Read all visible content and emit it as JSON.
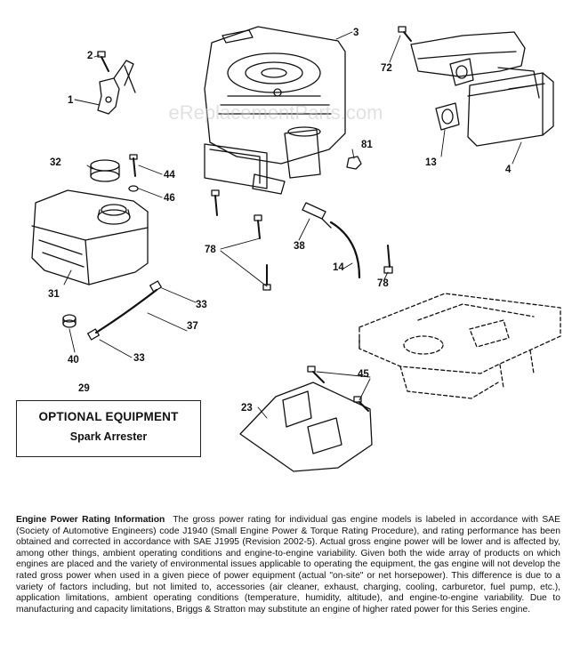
{
  "watermark": "eReplacementParts.com",
  "callouts": {
    "c1": "1",
    "c2": "2",
    "c3": "3",
    "c4": "4",
    "c13": "13",
    "c14": "14",
    "c23": "23",
    "c29": "29",
    "c31": "31",
    "c32": "32",
    "c33a": "33",
    "c33b": "33",
    "c37": "37",
    "c38": "38",
    "c40": "40",
    "c44": "44",
    "c45": "45",
    "c46": "46",
    "c72": "72",
    "c78a": "78",
    "c78b": "78",
    "c81": "81"
  },
  "optional_equipment": {
    "title": "OPTIONAL EQUIPMENT",
    "item": "Spark Arrester"
  },
  "info": {
    "title": "Engine Power Rating Information",
    "body": "The gross power rating for individual gas engine models is labeled in accordance with SAE (Society of Automotive Engineers) code J1940 (Small Engine Power & Torque Rating Procedure), and rating performance has been obtained and corrected in accordance with SAE J1995 (Revision 2002-5). Actual gross engine power will be lower and is affected by, among other things, ambient operating conditions and engine-to-engine variability. Given both the wide array of products on which engines are placed and the variety of environmental issues applicable to operating the equipment, the gas engine will not develop the rated gross power when used in a given piece of power equipment (actual \"on-site\" or net horsepower). This difference is due to a variety of factors including, but not limited to, accessories (air cleaner, exhaust, charging, cooling, carburetor, fuel pump, etc.), application limitations, ambient operating conditions (temperature, humidity, altitude), and engine-to-engine variability. Due to manufacturing and capacity limitations, Briggs & Stratton may substitute an engine of higher rated power for this Series engine."
  }
}
